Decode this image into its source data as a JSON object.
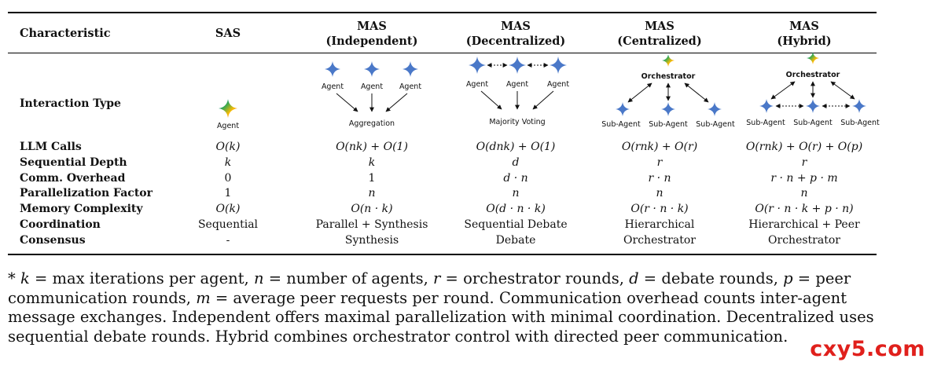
{
  "table": {
    "columns": [
      {
        "id": "char",
        "label_lines": [
          "Characteristic"
        ]
      },
      {
        "id": "sas",
        "label_lines": [
          "SAS"
        ]
      },
      {
        "id": "ind",
        "label_lines": [
          "MAS",
          "(Independent)"
        ]
      },
      {
        "id": "dec",
        "label_lines": [
          "MAS",
          "(Decentralized)"
        ]
      },
      {
        "id": "cen",
        "label_lines": [
          "MAS",
          "(Centralized)"
        ]
      },
      {
        "id": "hyb",
        "label_lines": [
          "MAS",
          "(Hybrid)"
        ]
      }
    ],
    "interaction_row_label": "Interaction Type",
    "diagram_labels": {
      "agent": "Agent",
      "aggregation": "Aggregation",
      "majority_voting": "Majority Voting",
      "orchestrator": "Orchestrator",
      "sub_agent": "Sub-Agent"
    },
    "rows": [
      {
        "label": "LLM Calls",
        "cells": [
          "O(k)",
          "O(nk) + O(1)",
          "O(dnk) + O(1)",
          "O(rnk) + O(r)",
          "O(rnk) + O(r) + O(p)"
        ],
        "math": true
      },
      {
        "label": "Sequential Depth",
        "cells": [
          "k",
          "k",
          "d",
          "r",
          "r"
        ],
        "math": true
      },
      {
        "label": "Comm. Overhead",
        "cells": [
          "0",
          "1",
          "d · n",
          "r · n",
          "r · n + p · m"
        ],
        "math": true
      },
      {
        "label": "Parallelization Factor",
        "cells": [
          "1",
          "n",
          "n",
          "n",
          "n"
        ],
        "math": true
      },
      {
        "label": "Memory Complexity",
        "cells": [
          "O(k)",
          "O(n · k)",
          "O(d · n · k)",
          "O(r · n · k)",
          "O(r · n · k + p · n)"
        ],
        "math": true
      },
      {
        "label": "Coordination",
        "cells": [
          "Sequential",
          "Parallel + Synthesis",
          "Sequential Debate",
          "Hierarchical",
          "Hierarchical + Peer"
        ],
        "math": false
      },
      {
        "label": "Consensus",
        "cells": [
          "-",
          "Synthesis",
          "Debate",
          "Orchestrator",
          "Orchestrator"
        ],
        "math": false
      }
    ]
  },
  "footnote": {
    "prefix": "* ",
    "parts": [
      {
        "m": "k"
      },
      {
        "t": " = max iterations per agent, "
      },
      {
        "m": "n"
      },
      {
        "t": " = number of agents, "
      },
      {
        "m": "r"
      },
      {
        "t": " = orchestrator rounds, "
      },
      {
        "m": "d"
      },
      {
        "t": " = debate rounds, "
      },
      {
        "m": "p"
      },
      {
        "t": " = peer communication rounds, "
      },
      {
        "m": "m"
      },
      {
        "t": " = average peer requests per round. Communication overhead counts inter-agent message exchanges. Independent offers maximal parallelization with minimal coordination. Decentralized uses sequential debate rounds. Hybrid combines orchestrator control with directed peer communication."
      }
    ]
  },
  "watermark": "cxy5.com",
  "colors": {
    "star_blue": "#4a78c8",
    "watermark_red": "#e0201c"
  }
}
